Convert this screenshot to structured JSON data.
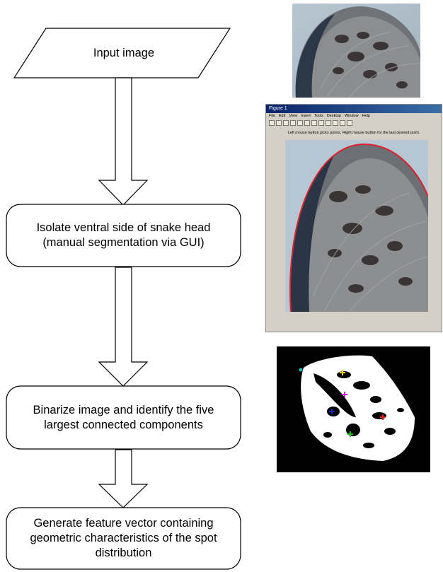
{
  "steps": [
    "Input image",
    "Isolate ventral side of snake head\n(manual segmentation via GUI)",
    "Binarize image and identify the five\nlargest connected components",
    "Generate feature vector containing\ngeometric characteristics of the spot\ndistribution"
  ],
  "gui": {
    "title": "Figure 1",
    "menu": [
      "File",
      "Edit",
      "View",
      "Insert",
      "Tools",
      "Desktop",
      "Window",
      "Help"
    ],
    "hint": "Left mouse button picks points.  Right mouse button for the last desired point."
  },
  "colors": {
    "stroke": "#000000",
    "fill": "#ffffff",
    "contour": "#e02030",
    "binary_bg": "#000000",
    "binary_fg": "#ffffff",
    "component_markers": [
      "#f0d000",
      "#d020d0",
      "#2020c0",
      "#20c020",
      "#e02020",
      "#20c0c0"
    ]
  }
}
